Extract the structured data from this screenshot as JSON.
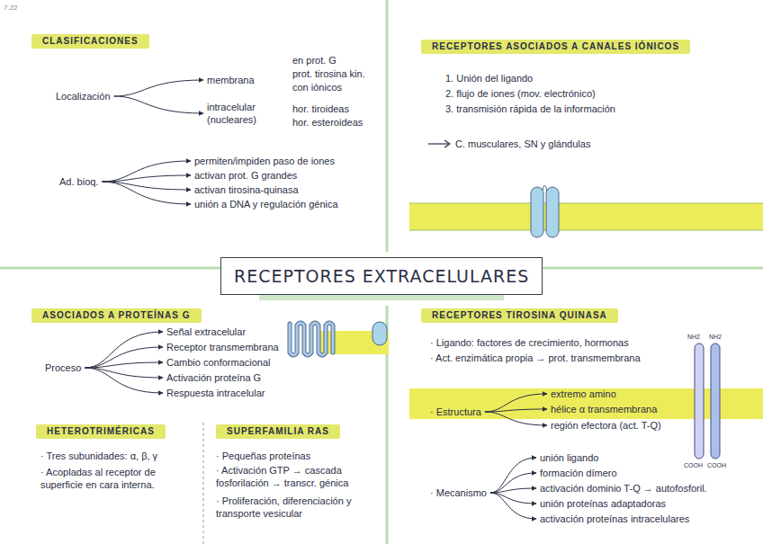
{
  "diagram": {
    "title": "RECEPTORES EXTRACELULARES",
    "nodes": [
      {
        "text": [
          "CLASIFICACIONES"
        ]
      },
      {
        "text": [
          "Localización"
        ]
      },
      {
        "text": [
          "membrana"
        ]
      },
      {
        "text": [
          "intracelular (nucleares)"
        ]
      },
      {
        "text": [
          "Ad. bioq."
        ]
      },
      {
        "text": [
          "permiten/impiden paso de iones"
        ]
      },
      {
        "text": [
          "activan prot. G grandes"
        ]
      },
      {
        "text": [
          "activan tirosina-quinasa"
        ]
      },
      {
        "text": [
          "unión a DNA y regulación génica"
        ]
      },
      {
        "text": [
          "RECEPTORES ASOCIADOS A CANALES IÓNICOS"
        ]
      },
      {
        "text": [
          "ASOCIADOS A PROTEÍNAS G"
        ]
      },
      {
        "text": [
          "Proceso"
        ]
      },
      {
        "text": [
          "Señal extracelular"
        ]
      },
      {
        "text": [
          "Receptor transmembrana"
        ]
      },
      {
        "text": [
          "Cambio conformacional"
        ]
      },
      {
        "text": [
          "Activación proteína G"
        ]
      },
      {
        "text": [
          "Respuesta intracelular"
        ]
      },
      {
        "text": [
          "HETEROTRIMÉRICAS"
        ]
      },
      {
        "text": [
          "SUPERFAMILIA RAS"
        ]
      },
      {
        "text": [
          "RECEPTORES TIROSINA QUINASA"
        ]
      },
      {
        "text": [
          "· Estructura"
        ]
      },
      {
        "text": [
          "extremo amino"
        ]
      },
      {
        "text": [
          "hélice α transmembrana"
        ]
      },
      {
        "text": [
          "región efectora (act. T-Q)"
        ]
      },
      {
        "text": [
          "· Mecanismo"
        ]
      },
      {
        "text": [
          "unión ligando"
        ]
      },
      {
        "text": [
          "formación dímero"
        ]
      },
      {
        "text": [
          "activación dominio T-Q → autofosforil."
        ]
      },
      {
        "text": [
          "unión proteínas adaptadoras"
        ]
      },
      {
        "text": [
          "activación proteínas intracelulares"
        ]
      }
    ],
    "edges": [
      {
        "from": 1,
        "to": 2,
        "arrow": "to"
      },
      {
        "from": 1,
        "to": 3,
        "arrow": "to"
      },
      {
        "from": 4,
        "to": 5,
        "arrow": "to"
      },
      {
        "from": 4,
        "to": 6,
        "arrow": "to"
      },
      {
        "from": 4,
        "to": 7,
        "arrow": "to"
      },
      {
        "from": 4,
        "to": 8,
        "arrow": "to"
      },
      {
        "from": 11,
        "to": 12,
        "arrow": "to"
      },
      {
        "from": 11,
        "to": 13,
        "arrow": "to"
      },
      {
        "from": 11,
        "to": 14,
        "arrow": "to"
      },
      {
        "from": 11,
        "to": 15,
        "arrow": "to"
      },
      {
        "from": 11,
        "to": 16,
        "arrow": "to"
      },
      {
        "from": 20,
        "to": 21,
        "arrow": "to"
      },
      {
        "from": 20,
        "to": 22,
        "arrow": "to"
      },
      {
        "from": 20,
        "to": 23,
        "arrow": "to"
      },
      {
        "from": 24,
        "to": 25,
        "arrow": "to"
      },
      {
        "from": 24,
        "to": 26,
        "arrow": "to"
      },
      {
        "from": 24,
        "to": 27,
        "arrow": "to"
      },
      {
        "from": 24,
        "to": 28,
        "arrow": "to"
      },
      {
        "from": 24,
        "to": 29,
        "arrow": "to"
      }
    ],
    "labels": [
      "7.22",
      "en prot. G",
      "prot. tirosina kin.",
      "con iónicos",
      "hor. tiroideas",
      "hor. esteroideas",
      "1. Unión del ligando",
      "2. flujo de iones (mov. electrónico)",
      "3. transmisión rápida de la información",
      "C. musculares, SN y glándulas",
      "· Ligando: factores de crecimiento, hormonas",
      "· Act. enzimática propia → prot. transmembrana",
      "· Tres subunidades: α, β, γ",
      "· Acopladas al receptor de superficie en cara interna.",
      "· Pequeñas proteínas",
      "· Activación GTP → cascada fosforilación → transcr. génica",
      "· Proliferación, diferenciación y transporte vesicular",
      "NH2",
      "NH2",
      "COOH",
      "COOH"
    ]
  }
}
